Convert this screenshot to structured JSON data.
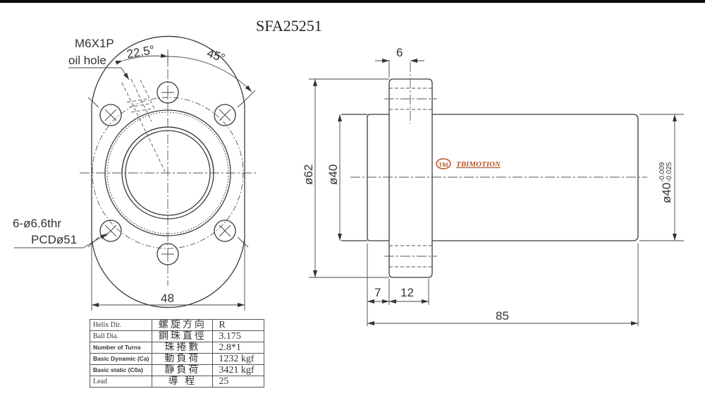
{
  "title": "SFA25251",
  "front_view": {
    "oil_hole_label_line1": "M6X1P",
    "oil_hole_label_line2": "oil hole",
    "angle_oil_hole": "22.5°",
    "angle_bolt_spacing": "45°",
    "bolt_holes_line1": "6-ø6.6thr",
    "bolt_holes_line2": "PCDø51",
    "width_dim": "48"
  },
  "side_view": {
    "flange_offset_dim": "6",
    "flange_dia_dim": "ø62",
    "body_dia_dim": "ø40",
    "body_dia_tolerance_main": "ø40",
    "body_dia_tolerance_upper": "-0.009",
    "body_dia_tolerance_lower": "-0.025",
    "front_length_dim": "7",
    "flange_thickness_dim": "12",
    "overall_length_dim": "85",
    "logo_mark": "TBI",
    "logo_text": "TBIMOTION"
  },
  "spec_table": {
    "rows": [
      {
        "label_en": "Helix  Dir.",
        "label_zh": "螺旋方向",
        "value": "R"
      },
      {
        "label_en": "Ball Dia.",
        "label_zh": "鋼珠直徑",
        "value": "3.175"
      },
      {
        "label_en": "Number of Turns",
        "label_zh": "珠捲數",
        "value": "2.8*1"
      },
      {
        "label_en": "Basic Dynamic (Ca)",
        "label_zh": "動負荷",
        "value": "1232  kgf"
      },
      {
        "label_en": "Basic static (C0a)",
        "label_zh": "靜負荷",
        "value": "3421  kgf"
      },
      {
        "label_en": "Lead",
        "label_zh": "導  程",
        "value": "25"
      }
    ]
  },
  "colors": {
    "line": "#3a3a3a",
    "logo": "#b5542a",
    "background": "#ffffff"
  }
}
